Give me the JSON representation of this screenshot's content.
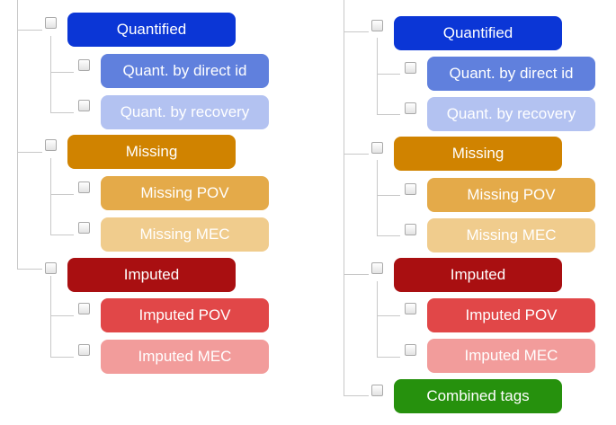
{
  "colors": {
    "quantified": "#0b36d6",
    "quant_direct": "#6080dd",
    "quant_recovery": "#b3c2f1",
    "missing": "#d08300",
    "missing_pov": "#e4aa49",
    "missing_mec": "#f0cc8d",
    "imputed": "#a90f11",
    "imputed_pov": "#e14748",
    "imputed_mec": "#f29c9b",
    "combined": "#26910d"
  },
  "left_tree": {
    "quantified": "Quantified",
    "quant_direct": "Quant. by direct id",
    "quant_recovery": "Quant. by recovery",
    "missing": "Missing",
    "missing_pov": "Missing POV",
    "missing_mec": "Missing MEC",
    "imputed": "Imputed",
    "imputed_pov": "Imputed POV",
    "imputed_mec": "Imputed MEC"
  },
  "right_tree": {
    "quantified": "Quantified",
    "quant_direct": "Quant. by direct id",
    "quant_recovery": "Quant. by recovery",
    "missing": "Missing",
    "missing_pov": "Missing POV",
    "missing_mec": "Missing MEC",
    "imputed": "Imputed",
    "imputed_pov": "Imputed POV",
    "imputed_mec": "Imputed MEC",
    "combined": "Combined tags"
  }
}
